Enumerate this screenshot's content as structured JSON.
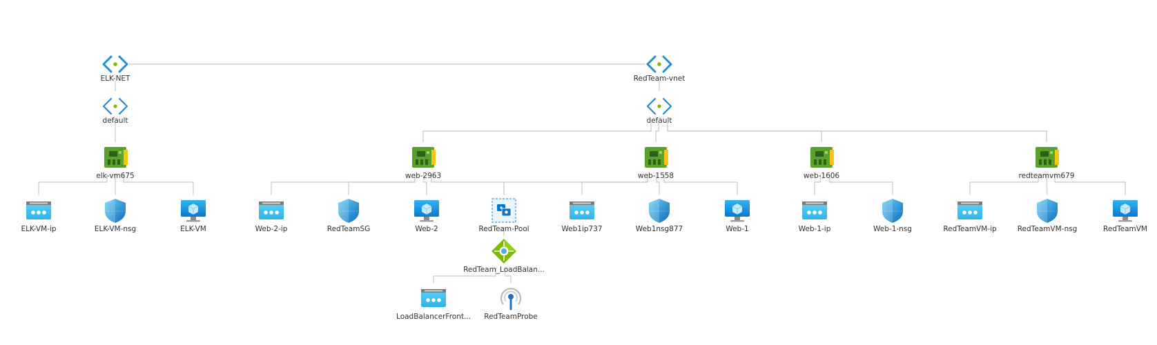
{
  "nodes": [
    {
      "id": "elk_net",
      "type": "vnet",
      "label": "ELK-NET"
    },
    {
      "id": "redteam_vnet",
      "type": "vnet",
      "label": "RedTeam-vnet"
    },
    {
      "id": "elk_default",
      "type": "subnet",
      "label": "default"
    },
    {
      "id": "rt_default",
      "type": "subnet",
      "label": "default"
    },
    {
      "id": "elk_vm675",
      "type": "nic",
      "label": "elk-vm675"
    },
    {
      "id": "web_2963",
      "type": "nic",
      "label": "web-2963"
    },
    {
      "id": "web_1558",
      "type": "nic",
      "label": "web-1558"
    },
    {
      "id": "web_1606",
      "type": "nic",
      "label": "web-1606"
    },
    {
      "id": "redteamvm679",
      "type": "nic",
      "label": "redteamvm679"
    },
    {
      "id": "elk_vm_ip",
      "type": "publicip",
      "label": "ELK-VM-ip"
    },
    {
      "id": "elk_vm_nsg",
      "type": "nsg",
      "label": "ELK-VM-nsg"
    },
    {
      "id": "elk_vm",
      "type": "vm",
      "label": "ELK-VM"
    },
    {
      "id": "web_2_ip",
      "type": "publicip",
      "label": "Web-2-ip"
    },
    {
      "id": "redteamsg",
      "type": "nsg",
      "label": "RedTeamSG"
    },
    {
      "id": "web_2",
      "type": "vm",
      "label": "Web-2"
    },
    {
      "id": "redteam_pool",
      "type": "pool",
      "label": "RedTeam-Pool"
    },
    {
      "id": "web1ip737",
      "type": "publicip",
      "label": "Web1ip737"
    },
    {
      "id": "web1nsg877",
      "type": "nsg",
      "label": "Web1nsg877"
    },
    {
      "id": "web_1",
      "type": "vm",
      "label": "Web-1"
    },
    {
      "id": "web_1_ip",
      "type": "publicip",
      "label": "Web-1-ip"
    },
    {
      "id": "web_1_nsg",
      "type": "nsg",
      "label": "Web-1-nsg"
    },
    {
      "id": "redteamvm_ip",
      "type": "publicip",
      "label": "RedTeamVM-ip"
    },
    {
      "id": "redteamvm_nsg",
      "type": "nsg",
      "label": "RedTeamVM-nsg"
    },
    {
      "id": "redteamvm",
      "type": "vm",
      "label": "RedTeamVM"
    },
    {
      "id": "lb",
      "type": "loadbalancer",
      "label": "RedTeam_LoadBalan..."
    },
    {
      "id": "lb_front",
      "type": "publicip",
      "label": "LoadBalancerFront..."
    },
    {
      "id": "rt_probe",
      "type": "probe",
      "label": "RedTeamProbe"
    }
  ],
  "edges": [
    [
      "elk_net",
      "redteam_vnet"
    ],
    [
      "elk_net",
      "elk_default"
    ],
    [
      "redteam_vnet",
      "rt_default"
    ],
    [
      "elk_default",
      "elk_vm675"
    ],
    [
      "rt_default",
      "web_2963"
    ],
    [
      "rt_default",
      "web_1558"
    ],
    [
      "rt_default",
      "web_1606"
    ],
    [
      "rt_default",
      "redteamvm679"
    ],
    [
      "elk_vm675",
      "elk_vm_ip"
    ],
    [
      "elk_vm675",
      "elk_vm_nsg"
    ],
    [
      "elk_vm675",
      "elk_vm"
    ],
    [
      "web_2963",
      "web_2_ip"
    ],
    [
      "web_2963",
      "redteamsg"
    ],
    [
      "web_2963",
      "web_2"
    ],
    [
      "web_2963",
      "redteam_pool"
    ],
    [
      "web_1558",
      "redteam_pool"
    ],
    [
      "web_1558",
      "web1ip737"
    ],
    [
      "web_1558",
      "web1nsg877"
    ],
    [
      "web_1558",
      "web_1"
    ],
    [
      "web_1606",
      "web_1_ip"
    ],
    [
      "web_1606",
      "web_1_nsg"
    ],
    [
      "redteamvm679",
      "redteamvm_ip"
    ],
    [
      "redteamvm679",
      "redteamvm_nsg"
    ],
    [
      "redteamvm679",
      "redteamvm"
    ],
    [
      "redteam_pool",
      "lb"
    ],
    [
      "lb",
      "lb_front"
    ],
    [
      "lb",
      "rt_probe"
    ]
  ],
  "colors": {
    "edge": "#c8c8c8",
    "label": "#323130",
    "vnet_bracket": "#1f8ed8",
    "vnet_dot": "#7fba00",
    "nic_green": "#5aa02c",
    "nic_gold": "#f2c811",
    "azure_blue": "#0078d4",
    "azure_light": "#50c7f0",
    "lb_green": "#7fba00",
    "pool_border": "#3f9bd8"
  }
}
